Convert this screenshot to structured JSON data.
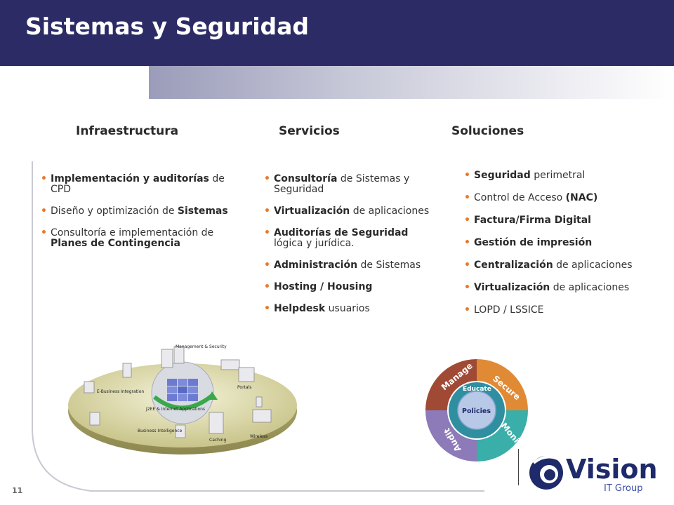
{
  "title": "Sistemas y Seguridad",
  "page_number": "11",
  "columns": {
    "infraestructura": {
      "heading": "Infraestructura",
      "items": [
        {
          "bold": "Implementación y auditorías",
          "rest": " de CPD"
        },
        {
          "pre": "Diseño y optimización de ",
          "bold": "Sistemas"
        },
        {
          "pre": "Consultoría e implementación de ",
          "bold": "Planes de Contingencia"
        }
      ]
    },
    "servicios": {
      "heading": "Servicios",
      "items": [
        {
          "bold": "Consultoría",
          "rest": " de Sistemas y Seguridad"
        },
        {
          "bold": "Virtualización",
          "rest": " de aplicaciones"
        },
        {
          "bold": "Auditorías de Seguridad",
          "rest": " lógica y jurídica."
        },
        {
          "bold": "Administración",
          "rest": " de Sistemas"
        },
        {
          "bold": "Hosting / Housing",
          "rest": ""
        },
        {
          "bold": "Helpdesk",
          "rest": " usuarios"
        }
      ]
    },
    "soluciones": {
      "heading": "Soluciones",
      "items": [
        {
          "bold": "Seguridad",
          "rest": " perimetral"
        },
        {
          "pre": "Control de Acceso ",
          "bold": "(NAC)"
        },
        {
          "bold": "Factura/Firma Digital",
          "rest": ""
        },
        {
          "bold": "Gestión de impresión",
          "rest": ""
        },
        {
          "bold": "Centralización",
          "rest": " de aplicaciones"
        },
        {
          "bold": "Virtualización",
          "rest": " de aplicaciones"
        },
        {
          "pre": "LOPD / LSSICE"
        }
      ]
    }
  },
  "diagram_labels": {
    "management": "Management & Security",
    "ebusiness": "E-Business Integration",
    "j2ee": "J2EE & Internet Applications",
    "portals": "Portals",
    "business_intel": "Business Intelligence",
    "caching": "Caching",
    "wireless": "Wireless"
  },
  "cycle": {
    "manage": "Manage",
    "secure": "Secure",
    "monitor": "Monitor",
    "audit": "Audit",
    "educate": "Educate",
    "policies": "Policies"
  },
  "logo": {
    "name": "Vision",
    "sub": "IT Group"
  },
  "colors": {
    "title_bar": "#2d2b66",
    "bullet": "#e8792a",
    "logo_blue": "#1f2a6b"
  }
}
